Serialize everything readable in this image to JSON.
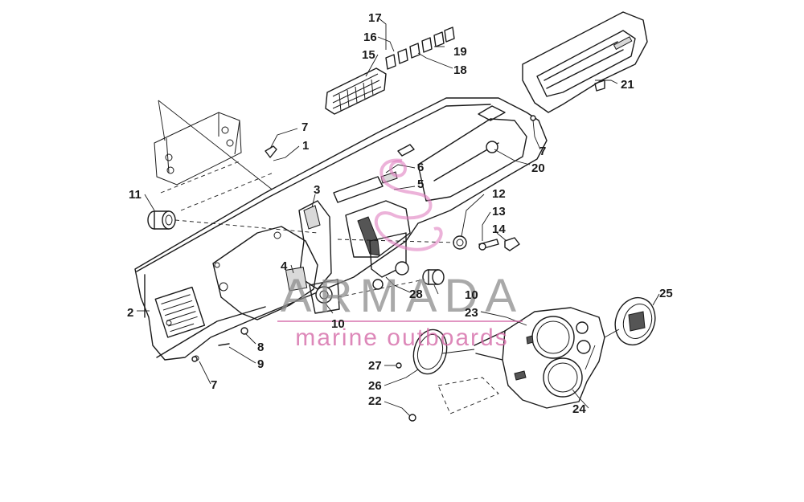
{
  "diagram": {
    "callouts": [
      {
        "id": "c17",
        "label": "17"
      },
      {
        "id": "c16",
        "label": "16"
      },
      {
        "id": "c19",
        "label": "19"
      },
      {
        "id": "c15",
        "label": "15"
      },
      {
        "id": "c18",
        "label": "18"
      },
      {
        "id": "c21",
        "label": "21"
      },
      {
        "id": "c7a",
        "label": "7"
      },
      {
        "id": "c1",
        "label": "1"
      },
      {
        "id": "c7b",
        "label": "7"
      },
      {
        "id": "c6",
        "label": "6"
      },
      {
        "id": "c20",
        "label": "20"
      },
      {
        "id": "c11",
        "label": "11"
      },
      {
        "id": "c3",
        "label": "3"
      },
      {
        "id": "c5",
        "label": "5"
      },
      {
        "id": "c12",
        "label": "12"
      },
      {
        "id": "c13",
        "label": "13"
      },
      {
        "id": "c14",
        "label": "14"
      },
      {
        "id": "c4",
        "label": "4"
      },
      {
        "id": "c28",
        "label": "28"
      },
      {
        "id": "c10a",
        "label": "10"
      },
      {
        "id": "c25",
        "label": "25"
      },
      {
        "id": "c2",
        "label": "2"
      },
      {
        "id": "c23",
        "label": "23"
      },
      {
        "id": "c10b",
        "label": "10"
      },
      {
        "id": "c8",
        "label": "8"
      },
      {
        "id": "c9",
        "label": "9"
      },
      {
        "id": "c27",
        "label": "27"
      },
      {
        "id": "c26",
        "label": "26"
      },
      {
        "id": "c7c",
        "label": "7"
      },
      {
        "id": "c22",
        "label": "22"
      },
      {
        "id": "c24",
        "label": "24"
      }
    ]
  },
  "watermark": {
    "brand": "ARMADA",
    "tagline": "marine outboards",
    "color_brand": "#8c8c8c",
    "color_accent": "#d46aa8"
  }
}
